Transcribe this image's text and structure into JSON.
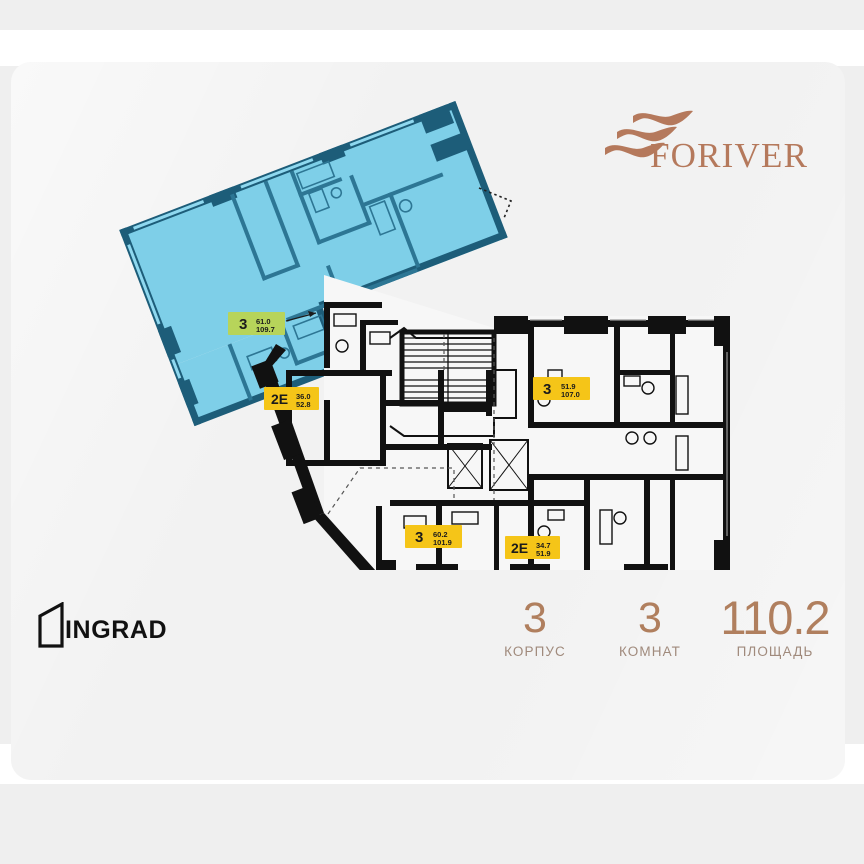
{
  "page": {
    "background_color": "#efefef",
    "card_color": "#f2f2f2"
  },
  "brand": {
    "name": "FORIVER",
    "logo_icon": "river-waves-icon",
    "color": "#b5795c"
  },
  "developer": {
    "name": "INGRAD",
    "logo_icon": "house-outline-icon",
    "color": "#111111"
  },
  "stats": {
    "korpus": {
      "value": "3",
      "label": "КОРПУС"
    },
    "rooms": {
      "value": "3",
      "label": "КОМНАТ"
    },
    "area": {
      "value": "110.2",
      "label": "ПЛОЩАДЬ"
    },
    "accent_color": "#b07f5e"
  },
  "floorplan": {
    "title": "floor-plan",
    "highlight_fill": "#7ecfe8",
    "highlight_wall": "#1d5d79",
    "wall_color": "#111111",
    "selected_badge_color": "#b7d45a",
    "badge_color": "#f5c518",
    "units": [
      {
        "id": "unit-selected",
        "rooms": "3",
        "living_area": "61.0",
        "total_area": "109.7",
        "selected": true,
        "badge_fill": "#b7d45a"
      },
      {
        "id": "unit-2e-left",
        "rooms": "2E",
        "living_area": "36.0",
        "total_area": "52.8",
        "selected": false,
        "badge_fill": "#f5c518"
      },
      {
        "id": "unit-3-right",
        "rooms": "3",
        "living_area": "51.9",
        "total_area": "107.0",
        "selected": false,
        "badge_fill": "#f5c518"
      },
      {
        "id": "unit-3-bottom",
        "rooms": "3",
        "living_area": "60.2",
        "total_area": "101.9",
        "selected": false,
        "badge_fill": "#f5c518"
      },
      {
        "id": "unit-2e-bottom",
        "rooms": "2E",
        "living_area": "34.7",
        "total_area": "51.9",
        "selected": false,
        "badge_fill": "#f5c518"
      }
    ]
  }
}
